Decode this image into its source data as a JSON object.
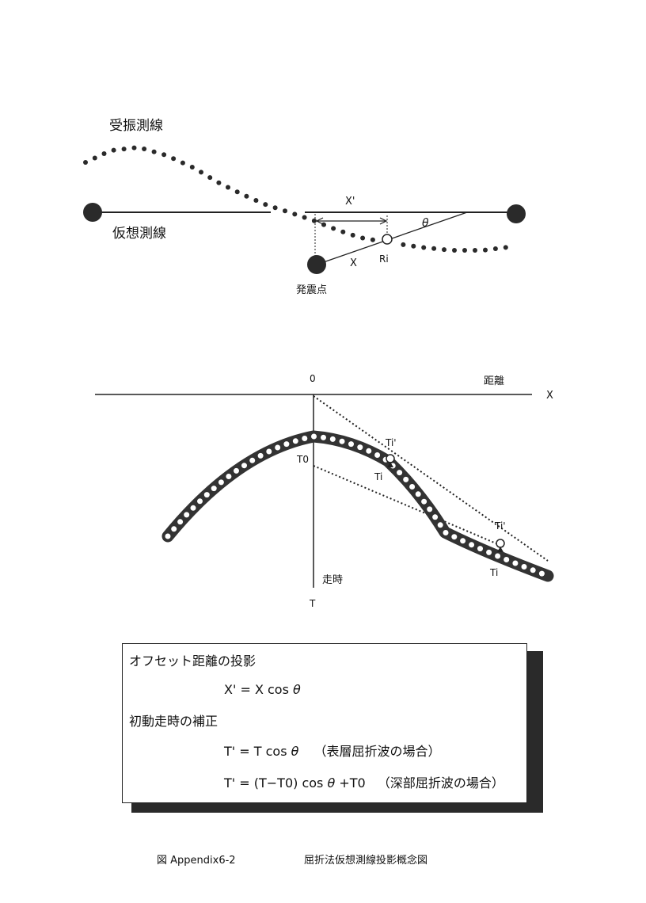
{
  "top_diagram": {
    "receiver_line_label": "受振測線",
    "virtual_line_label": "仮想測線",
    "shot_point_label": "発震点",
    "x_prime_label": "X'",
    "theta_label": "θ",
    "x_label": "X",
    "receiver_label": "Ri"
  },
  "bottom_diagram": {
    "origin_label": "0",
    "distance_label": "距離",
    "x_axis_label": "X",
    "t0_label": "T0",
    "ti_prime_label_1": "Ti'",
    "ti_label_1": "Ti",
    "ti_prime_label_2": "Ti'",
    "ti_label_2": "Ti",
    "travel_time_label": "走時",
    "t_axis_label": "T"
  },
  "formula_box": {
    "heading_offset": "オフセット距離の投影",
    "formula_offset_lhs": "X' = X cos",
    "formula_offset_theta": "θ",
    "heading_correction": "初動走時の補正",
    "formula_surface_lhs": "T' = T cos",
    "formula_surface_theta": "θ",
    "formula_surface_note": "（表層屈折波の場合）",
    "formula_deep_lhs": "T' = (T−T0) cos",
    "formula_deep_theta": "θ",
    "formula_deep_rhs": "+T0",
    "formula_deep_note": "（深部屈折波の場合）"
  },
  "caption": {
    "figure_number": "図 Appendix6-2",
    "figure_title": "屈折法仮想測線投影概念図"
  }
}
